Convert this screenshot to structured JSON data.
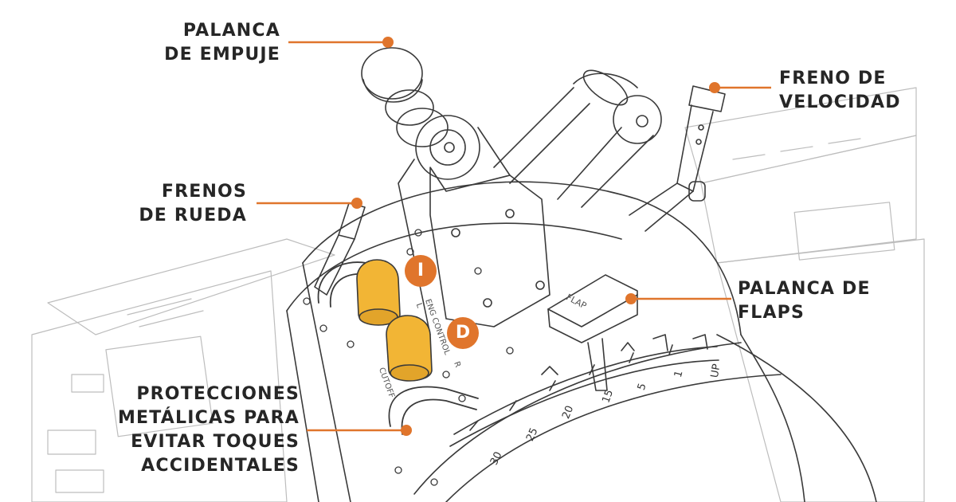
{
  "colors": {
    "accent": "#e0752c",
    "knob": "#f2b535",
    "ink": "#3a3a3a",
    "text": "#262626"
  },
  "labels": {
    "thrust_lever": [
      "PALANCA",
      "DE EMPUJE"
    ],
    "speed_brake": [
      "FRENO DE",
      "VELOCIDAD"
    ],
    "wheel_brakes": [
      "FRENOS",
      "DE RUEDA"
    ],
    "flap_lever": [
      "PALANCA DE",
      "FLAPS"
    ],
    "guards": [
      "PROTECCIONES",
      "METÁLICAS PARA",
      "EVITAR TOQUES",
      "ACCIDENTALES"
    ]
  },
  "badges": {
    "left": "I",
    "right": "D"
  },
  "panel_text": {
    "flap_lever_face": "FLAP",
    "engine_control": "ENG CONTROL",
    "l": "L",
    "r": "R",
    "cutoff": "CUTOFF"
  },
  "flap_scale": [
    "UP",
    "1",
    "5",
    "15",
    "20",
    "25",
    "30"
  ]
}
